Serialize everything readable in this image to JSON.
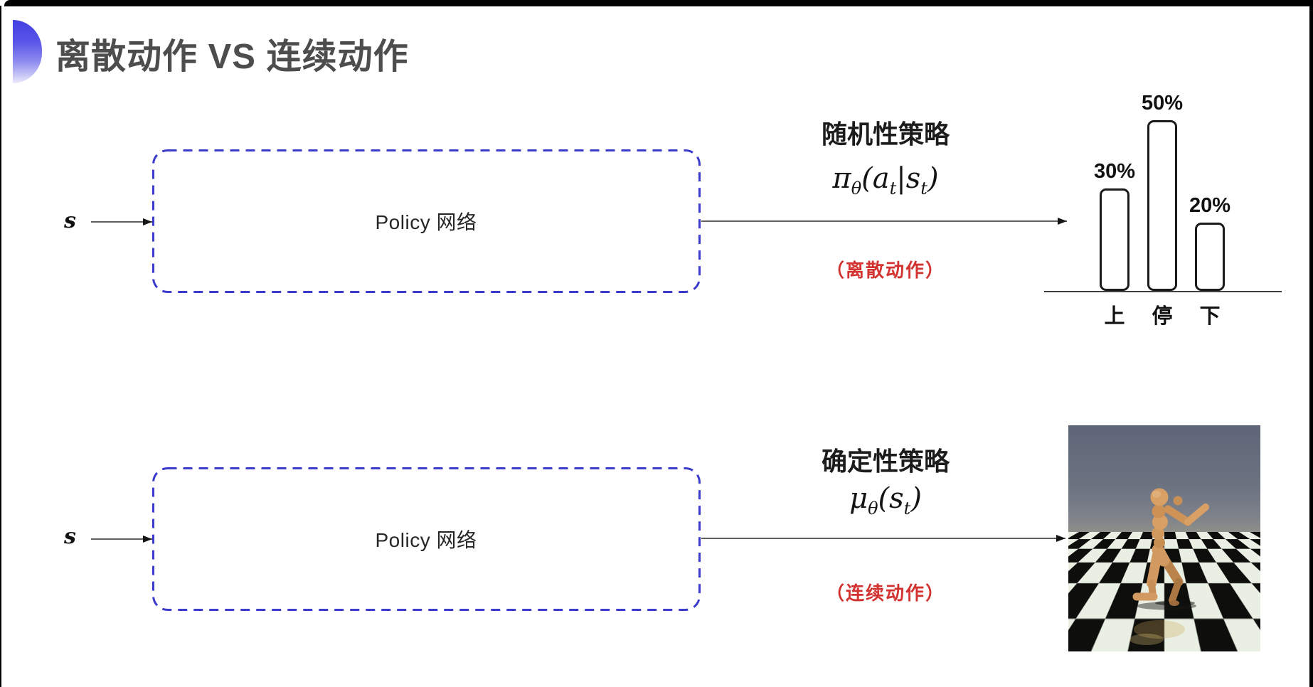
{
  "header": {
    "title": "离散动作 VS 连续动作"
  },
  "rows": {
    "top": {
      "input_label": "s",
      "box_label": "Policy 网络",
      "policy_title": "随机性策略",
      "formula": {
        "lead": "π",
        "lead_sub": "θ",
        "open": "(a",
        "sub1": "t",
        "mid": "|s",
        "sub2": "t",
        "close": ")"
      },
      "note": "（离散动作）"
    },
    "bottom": {
      "input_label": "s",
      "box_label": "Policy 网络",
      "policy_title": "确定性策略",
      "formula": {
        "lead": "μ",
        "lead_sub": "θ",
        "open": "(s",
        "sub1": "t",
        "close": ")"
      },
      "note": "（连续动作）"
    }
  },
  "chart_data": {
    "type": "bar",
    "title": "",
    "categories": [
      "上",
      "停",
      "下"
    ],
    "values": [
      30,
      50,
      20
    ],
    "value_labels": [
      "30%",
      "50%",
      "20%"
    ],
    "ylim": [
      0,
      55
    ],
    "unit": "%",
    "bar_fill": "#ffffff",
    "bar_stroke": "#1a1a1a",
    "axis": "x-baseline only, no ticks",
    "legend": "none",
    "grid": false
  },
  "colors": {
    "title_text": "#4d4d4d",
    "body_text": "#1c1c1c",
    "accent_red": "#d23230",
    "box_border_blue": "#3c3ccc",
    "arrow": "#4a4a4a",
    "bar_stroke": "#1a1a1a"
  }
}
